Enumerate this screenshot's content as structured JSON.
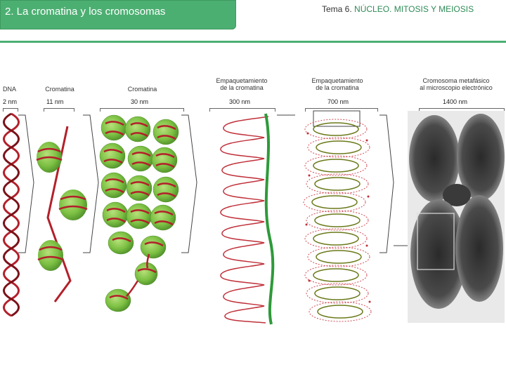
{
  "slide": {
    "title": "2. La cromatina y los cromosomas",
    "topic_prefix": "Tema 6. ",
    "topic_accent": "NÚCLEO. MITOSIS Y MEIOSIS"
  },
  "figure": {
    "columns": [
      {
        "label_line1": "DNA",
        "label_line2": "",
        "scale": "2 nm"
      },
      {
        "label_line1": "Cromatina",
        "label_line2": "",
        "scale": "11 nm"
      },
      {
        "label_line1": "Cromatina",
        "label_line2": "",
        "scale": "30 nm"
      },
      {
        "label_line1": "Empaquetamiento",
        "label_line2": "de la cromatina",
        "scale": "300 nm"
      },
      {
        "label_line1": "Empaquetamiento",
        "label_line2": "de la cromatina",
        "scale": "700 nm"
      },
      {
        "label_line1": "Cromosoma metafásico",
        "label_line2": "al microscopio electrónico",
        "scale": "1400 nm"
      }
    ]
  },
  "colors": {
    "brand_green": "#4caf72",
    "accent_green": "#2e8b57",
    "nucleosome_green": "#7cc043",
    "dna_red": "#b3202a",
    "micrograph_gray": "#3a3a3a"
  }
}
